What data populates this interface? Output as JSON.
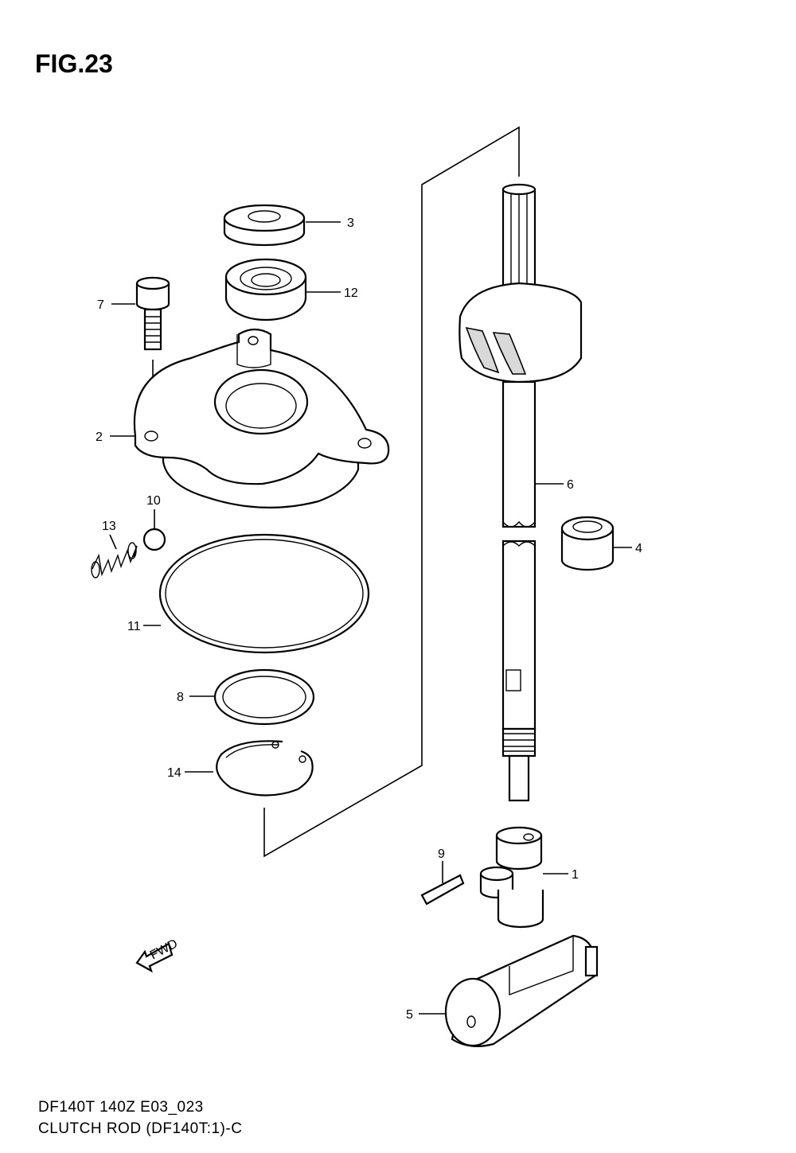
{
  "figure": {
    "title": "FIG.23"
  },
  "footer": {
    "line1": "DF140T 140Z E03_023",
    "line2": "CLUTCH ROD (DF140T:1)-C"
  },
  "fwd_arrow": {
    "label": "FWD"
  },
  "callouts": {
    "c1": "1",
    "c2": "2",
    "c3": "3",
    "c4": "4",
    "c5": "5",
    "c6": "6",
    "c7": "7",
    "c8": "8",
    "c9": "9",
    "c10": "10",
    "c11": "11",
    "c12": "12",
    "c13": "13",
    "c14": "14"
  }
}
